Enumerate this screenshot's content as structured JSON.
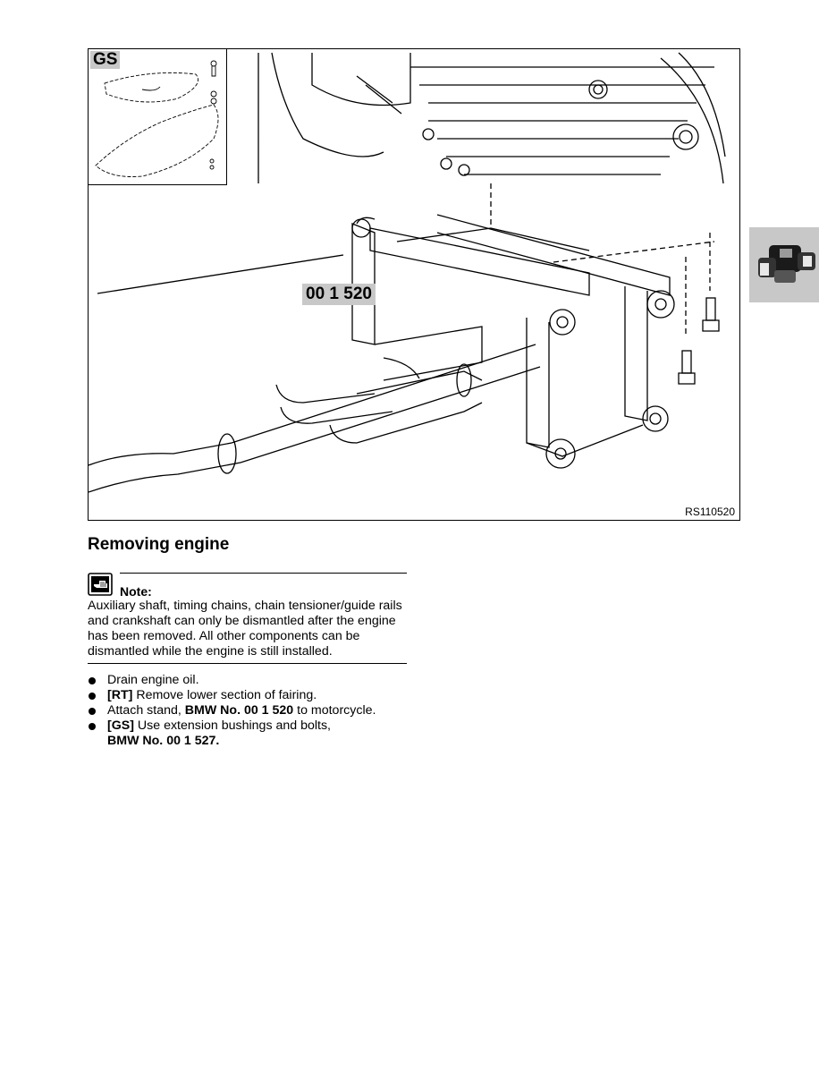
{
  "figure": {
    "inset_label": "GS",
    "tool_label": "00 1 520",
    "figure_code": "RS110520",
    "side_tab_icon": "engine-icon"
  },
  "section": {
    "title": "Removing engine"
  },
  "note": {
    "icon": "note-hand-icon",
    "label": "Note:",
    "text": "Auxiliary shaft, timing chains, chain tensioner/guide rails and crankshaft can only be dismantled after the engine has been removed. All other components can be dismantled while the engine is still installed."
  },
  "steps": [
    {
      "text": "Drain engine oil."
    },
    {
      "tag": "[RT]",
      "text": " Remove lower section of fairing."
    },
    {
      "pre": "Attach stand, ",
      "bold": "BMW No. 00 1 520",
      "post": " to motorcycle."
    },
    {
      "tag": "[GS]",
      "text": " Use extension bushings and bolts,",
      "bold_line": "BMW No. 00 1 527."
    }
  ]
}
